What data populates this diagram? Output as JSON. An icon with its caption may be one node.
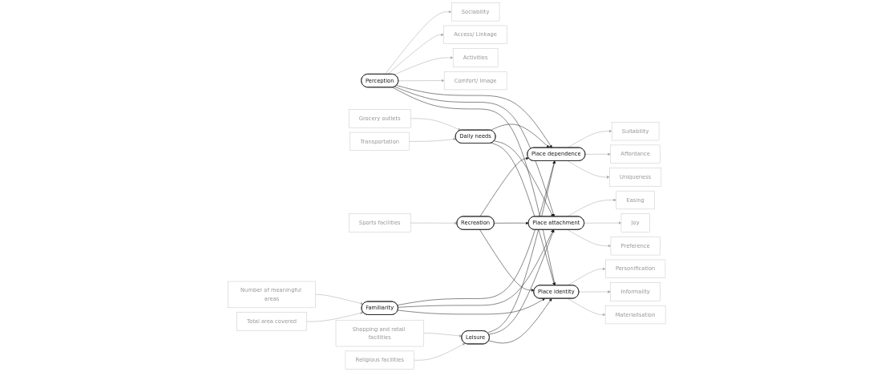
{
  "diagram": {
    "nodes": [
      {
        "text": [
          "Sociability"
        ]
      },
      {
        "text": [
          "Access/ Linkage"
        ]
      },
      {
        "text": [
          "Activities"
        ]
      },
      {
        "text": [
          "Comfort/ Image"
        ]
      },
      {
        "text": [
          "Perception"
        ]
      },
      {
        "text": [
          "Suitability"
        ]
      },
      {
        "text": [
          "Affordance"
        ]
      },
      {
        "text": [
          "Uniqueness"
        ]
      },
      {
        "text": [
          "Place dependence"
        ]
      },
      {
        "text": [
          "Daily needs"
        ]
      },
      {
        "text": [
          "Grocery outlets"
        ]
      },
      {
        "text": [
          "Transportation"
        ]
      },
      {
        "text": [
          "Easing"
        ]
      },
      {
        "text": [
          "Joy"
        ]
      },
      {
        "text": [
          "Place attachment"
        ]
      },
      {
        "text": [
          "Recreation"
        ]
      },
      {
        "text": [
          "Sports facilities"
        ]
      },
      {
        "text": [
          "Preference"
        ]
      },
      {
        "text": [
          "Number of meaningful areas"
        ]
      },
      {
        "text": [
          "Familiarity"
        ]
      },
      {
        "text": [
          "Place identity"
        ]
      },
      {
        "text": [
          "Total area covered"
        ]
      },
      {
        "text": [
          "Personification"
        ]
      },
      {
        "text": [
          "Informality"
        ]
      },
      {
        "text": [
          "Materialisation"
        ]
      },
      {
        "text": [
          "Leisure"
        ]
      },
      {
        "text": [
          "Shopping and retail facilities"
        ]
      },
      {
        "text": [
          "Religious facilities"
        ]
      }
    ],
    "edges": [
      {
        "from": 4,
        "to": 0,
        "arrow": "to"
      },
      {
        "from": 4,
        "to": 1,
        "arrow": "to"
      },
      {
        "from": 4,
        "to": 2,
        "arrow": "to"
      },
      {
        "from": 4,
        "to": 3,
        "arrow": "to"
      },
      {
        "from": 4,
        "to": 8,
        "arrow": "to",
        "color": "#222222"
      },
      {
        "from": 4,
        "to": 14,
        "arrow": "to",
        "color": "#222222"
      },
      {
        "from": 4,
        "to": 20,
        "arrow": "to",
        "color": "#222222"
      },
      {
        "from": 18,
        "to": 19,
        "arrow": "to"
      },
      {
        "from": 21,
        "to": 19,
        "arrow": "to"
      },
      {
        "from": 19,
        "to": 8,
        "arrow": "to",
        "color": "#222222"
      },
      {
        "from": 19,
        "to": 14,
        "arrow": "to",
        "color": "#222222"
      },
      {
        "from": 19,
        "to": 20,
        "arrow": "to",
        "color": "#222222"
      },
      {
        "from": 8,
        "to": 5,
        "arrow": "to"
      },
      {
        "from": 8,
        "to": 6,
        "arrow": "to"
      },
      {
        "from": 8,
        "to": 7,
        "arrow": "to"
      },
      {
        "from": 14,
        "to": 12,
        "arrow": "to"
      },
      {
        "from": 14,
        "to": 13,
        "arrow": "to"
      },
      {
        "from": 14,
        "to": 17,
        "arrow": "to"
      },
      {
        "from": 20,
        "to": 22,
        "arrow": "to"
      },
      {
        "from": 20,
        "to": 23,
        "arrow": "to"
      },
      {
        "from": 20,
        "to": 24,
        "arrow": "to"
      },
      {
        "from": 9,
        "to": 8,
        "arrow": "to",
        "color": "#222222"
      },
      {
        "from": 9,
        "to": 14,
        "arrow": "to",
        "color": "#222222"
      },
      {
        "from": 9,
        "to": 20,
        "arrow": "to",
        "color": "#222222"
      },
      {
        "from": 15,
        "to": 8,
        "arrow": "to",
        "color": "#222222"
      },
      {
        "from": 15,
        "to": 14,
        "arrow": "to",
        "color": "#222222"
      },
      {
        "from": 15,
        "to": 20,
        "arrow": "to",
        "color": "#222222"
      },
      {
        "from": 25,
        "to": 8,
        "arrow": "to",
        "color": "#222222"
      },
      {
        "from": 25,
        "to": 14,
        "arrow": "to",
        "color": "#222222"
      },
      {
        "from": 25,
        "to": 20,
        "arrow": "to",
        "color": "#222222"
      },
      {
        "from": 10,
        "to": 9,
        "arrow": "to"
      },
      {
        "from": 11,
        "to": 9,
        "arrow": "to"
      },
      {
        "from": 16,
        "to": 15,
        "arrow": "to"
      },
      {
        "from": 26,
        "to": 25,
        "arrow": "to"
      },
      {
        "from": 27,
        "to": 25,
        "arrow": "to"
      }
    ]
  }
}
